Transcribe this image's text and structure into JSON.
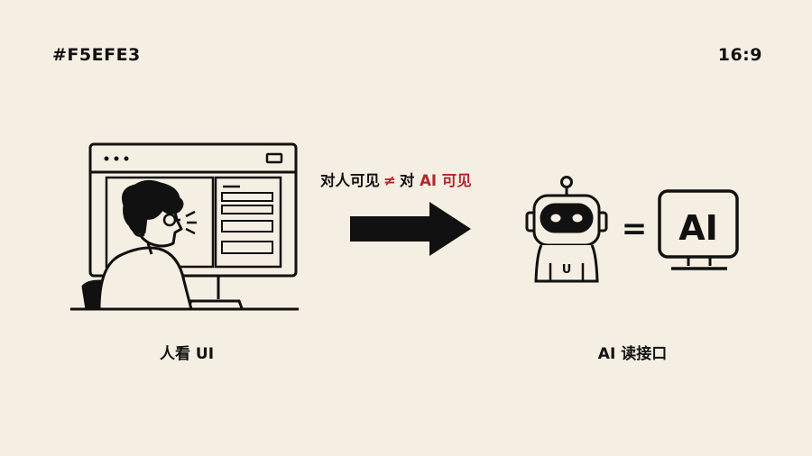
{
  "corner": {
    "left": "#F5EFE3",
    "right": "16:9"
  },
  "headline": {
    "part1": "对人可见",
    "neq": "≠",
    "part2": "对",
    "part3": "AI 可见"
  },
  "left": {
    "caption": "人看 UI"
  },
  "right": {
    "caption": "AI 读接口",
    "robot_chest_label": "U",
    "equals": "=",
    "ai_screen_label": "AI"
  },
  "colors": {
    "background": "#F5EFE3",
    "ink": "#111111",
    "accent": "#B3262E"
  },
  "icons": [
    "desktop-monitor-icon",
    "person-at-computer-icon",
    "right-arrow-icon",
    "robot-icon",
    "ai-monitor-icon"
  ]
}
